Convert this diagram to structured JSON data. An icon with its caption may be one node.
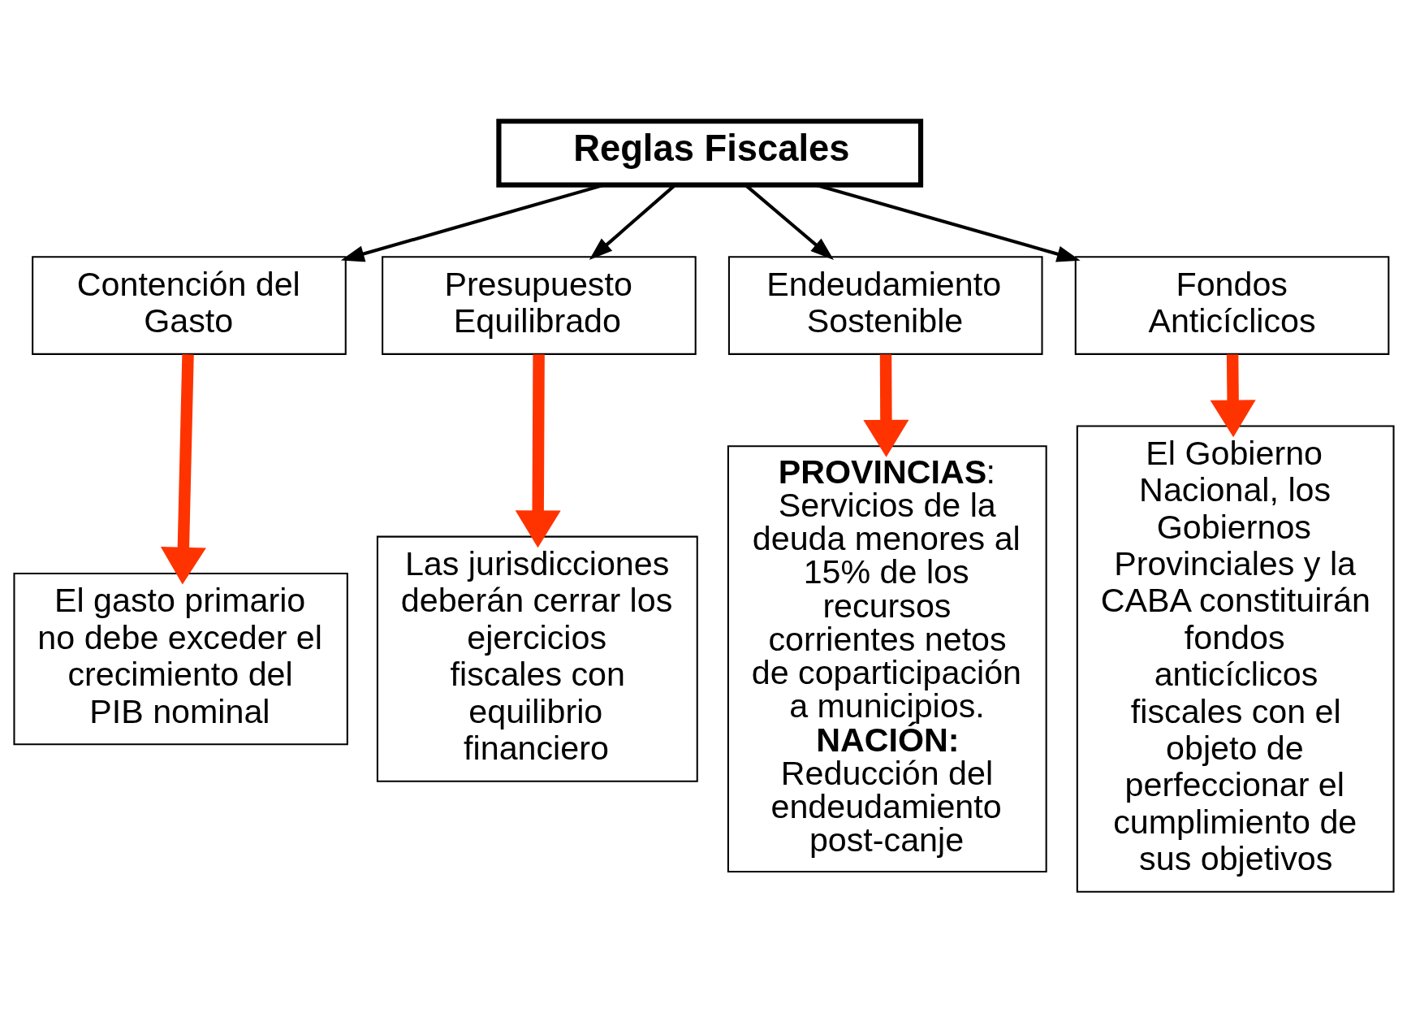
{
  "diagram": {
    "nodes": [
      {
        "text": [
          "Reglas Fiscales"
        ]
      },
      {
        "text": [
          "Contención del Gasto"
        ]
      },
      {
        "text": [
          "Presupuesto Equilibrado"
        ]
      },
      {
        "text": [
          "Endeudamiento Sostenible"
        ]
      },
      {
        "text": [
          "Fondos Anticíclicos"
        ]
      },
      {
        "text": [
          "El gasto primario no debe exceder el crecimiento del PIB nominal"
        ]
      },
      {
        "text": [
          "Las jurisdicciones deberán cerrar los ejercicios fiscales con equilibrio financiero"
        ]
      },
      {
        "text": [
          "**PROVINCIAS**: Servicios de la deuda menores al 15% de los recursos corrientes netos de coparticipación a municipios.",
          "**NACIÓN:** Reducción del endeudamiento post-canje"
        ]
      },
      {
        "text": [
          "El Gobierno Nacional, los Gobiernos Provinciales y la CABA constituirán fondos anticíclicos fiscales con el objeto de perfeccionar el cumplimiento de sus objetivos"
        ]
      }
    ],
    "edges": [
      {
        "from": 0,
        "to": 1,
        "arrow": "to"
      },
      {
        "from": 0,
        "to": 2,
        "arrow": "to"
      },
      {
        "from": 0,
        "to": 3,
        "arrow": "to"
      },
      {
        "from": 0,
        "to": 4,
        "arrow": "to"
      },
      {
        "from": 1,
        "to": 5,
        "arrow": "to",
        "style": "thick",
        "color": "#ff3300"
      },
      {
        "from": 2,
        "to": 6,
        "arrow": "to",
        "style": "thick",
        "color": "#ff3300"
      },
      {
        "from": 3,
        "to": 7,
        "arrow": "to",
        "style": "thick",
        "color": "#ff3300"
      },
      {
        "from": 4,
        "to": 8,
        "arrow": "to",
        "style": "thick",
        "color": "#ff3300"
      }
    ]
  }
}
